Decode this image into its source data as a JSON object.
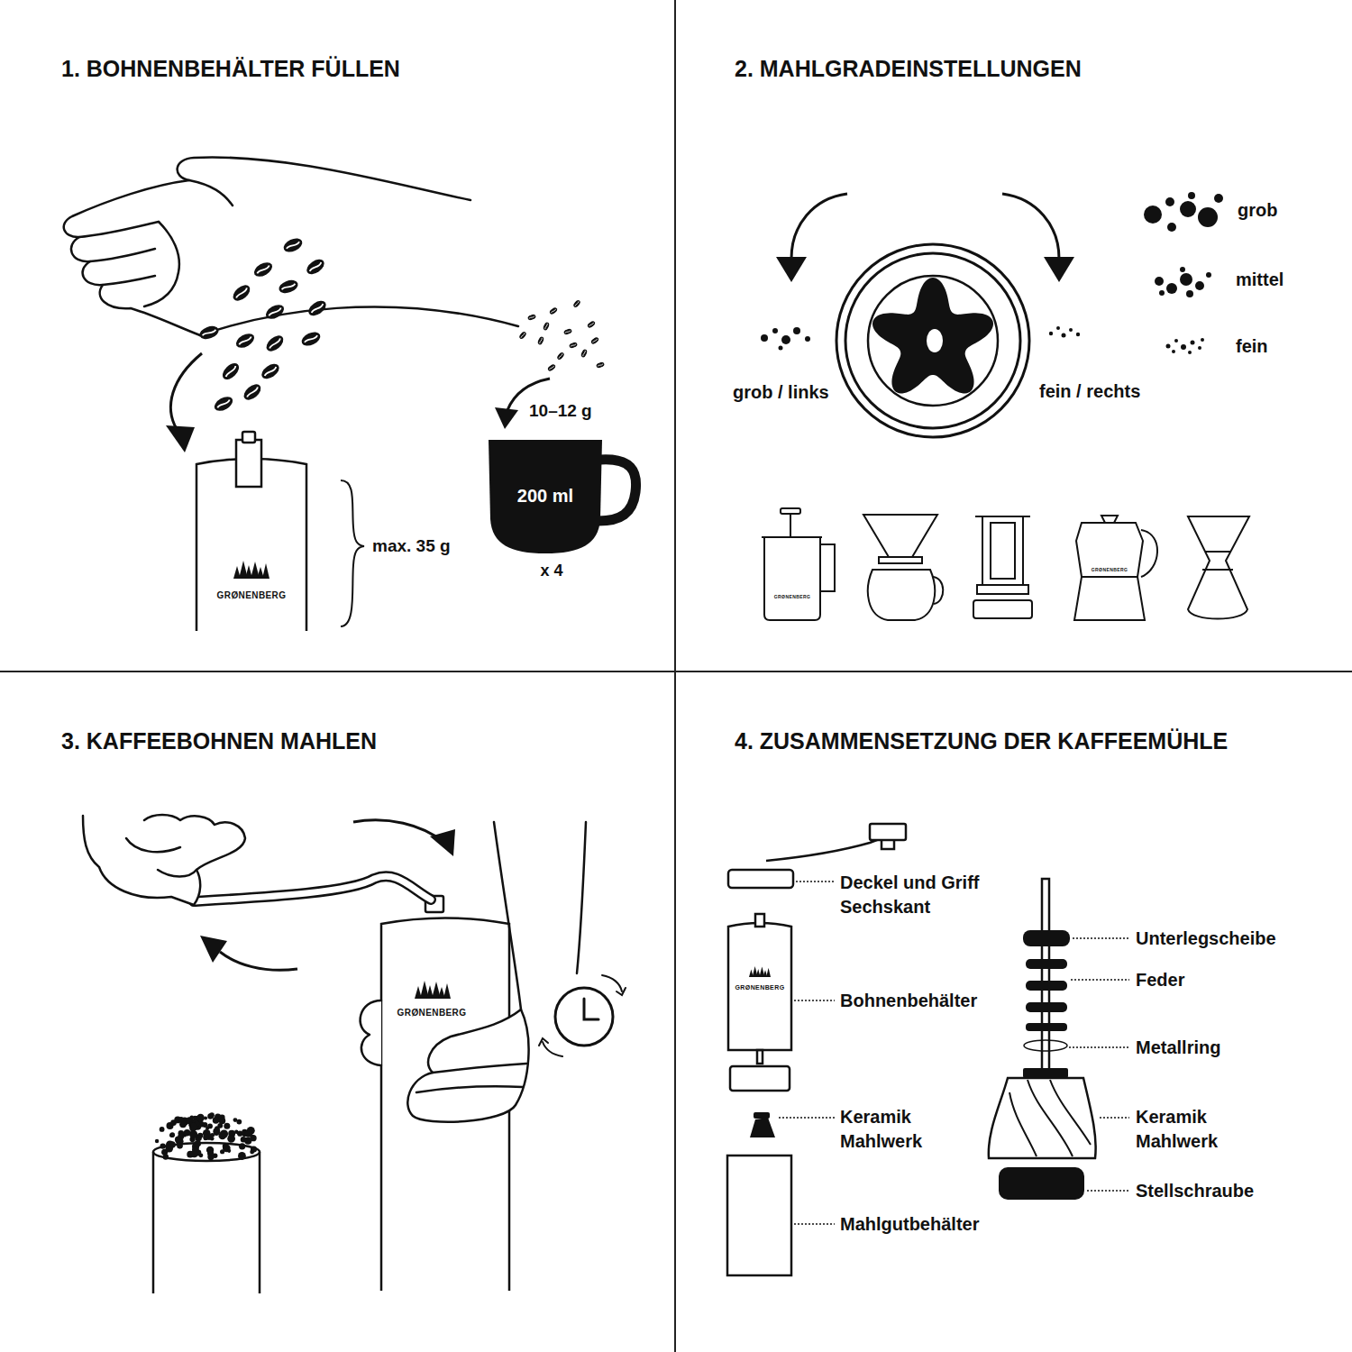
{
  "diagram": {
    "nodes": [
      {
        "text": [
          "1. BOHNENBEHÄLTER FÜLLEN"
        ]
      },
      {
        "text": [
          "200 ml"
        ],
        "in": 0
      },
      {
        "text": [
          "2. MAHLGRADEINSTELLUNGEN"
        ]
      },
      {
        "text": [
          "3. KAFFEEBOHNEN MAHLEN"
        ]
      },
      {
        "text": [
          "4. ZUSAMMENSETZUNG DER KAFFEEMÜHLE"
        ]
      }
    ],
    "labels": [
      "10–12 g",
      "x 4",
      "max. 35 g",
      "GRØNENBERG",
      "grob / links",
      "fein / rechts",
      "GRØNENBERG",
      "GRØNENBERG",
      "GRØNENBERG",
      "Deckel und Griff Sechskant",
      "GRØNENBERG",
      "Bohnenbehälter",
      "Keramik Mahlwerk",
      "Mahlgutbehälter",
      "Unterlegscheibe",
      "Feder",
      "Metallring",
      "Keramik Mahlwerk",
      "Stellschraube"
    ],
    "legend": [
      {
        "text": "grob"
      },
      {
        "text": "mittel"
      },
      {
        "text": "fein"
      }
    ]
  }
}
